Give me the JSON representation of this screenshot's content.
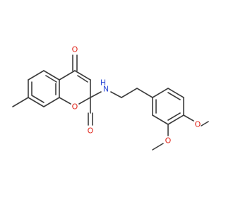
{
  "molecule": {
    "atoms": {
      "ketone_oxygen": "O",
      "ring_oxygen": "O",
      "amide_oxygen": "O",
      "amide_nitrogen": "N",
      "amide_hydrogen": "H",
      "methoxy_oxygen_para": "O",
      "methoxy_oxygen_meta": "O"
    },
    "colors": {
      "bond": "#3c3c3c",
      "oxygen": "#e0261b",
      "nitrogen": "#2f4cd6"
    }
  }
}
